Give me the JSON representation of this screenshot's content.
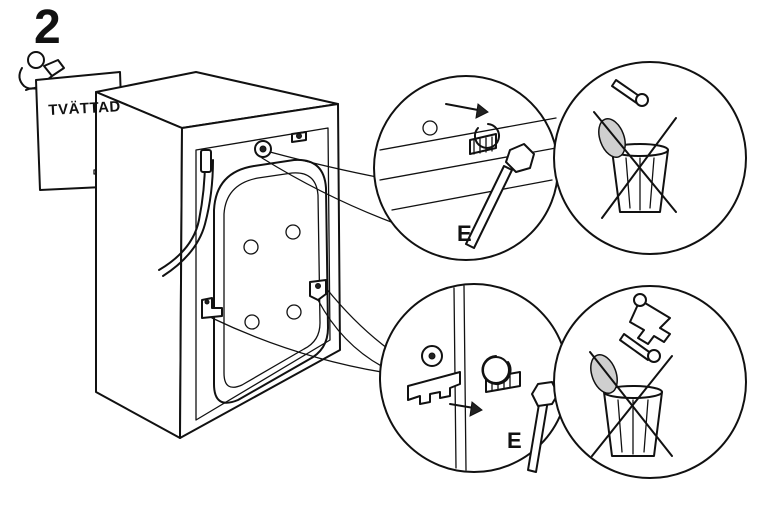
{
  "step": {
    "number": "2"
  },
  "booklet": {
    "title": "TVÄTTAD"
  },
  "tool_labels": {
    "top": "E",
    "bottom": "E"
  },
  "icons": [
    "manual-reading-person-icon",
    "arrow-remove-icon",
    "wrench-icon",
    "trash-bin-crossed-icon"
  ]
}
